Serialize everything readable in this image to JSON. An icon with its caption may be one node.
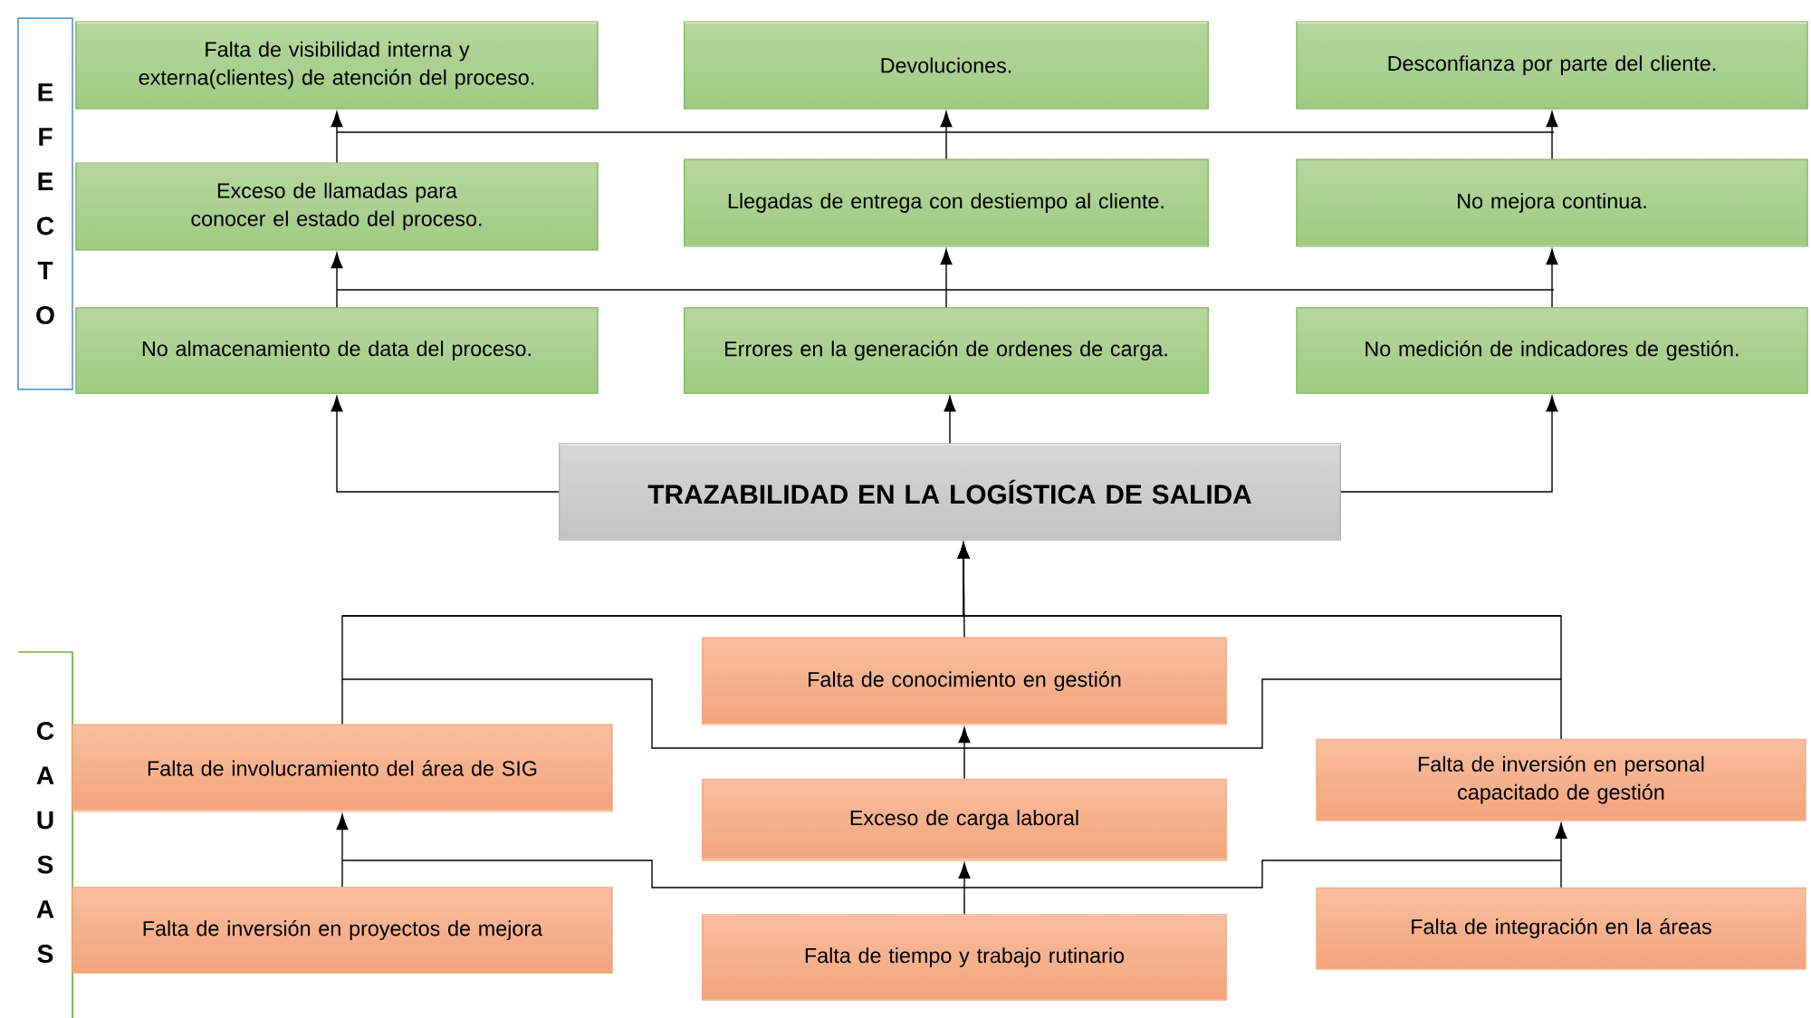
{
  "diagram": {
    "nodes": [
      {
        "text": [
          "E F E C T O"
        ]
      },
      {
        "text": [
          "Falta de visibilidad interna y externa(clientes) de atención del proceso."
        ]
      },
      {
        "text": [
          "Devoluciones."
        ]
      },
      {
        "text": [
          "Desconfianza por parte del cliente."
        ]
      },
      {
        "text": [
          "Exceso de llamadas para conocer el estado del proceso."
        ]
      },
      {
        "text": [
          "Llegadas de entrega con destiempo al cliente."
        ]
      },
      {
        "text": [
          "No mejora continua."
        ]
      },
      {
        "text": [
          "No almacenamiento de data del proceso."
        ]
      },
      {
        "text": [
          "Errores en la generación de ordenes de carga."
        ]
      },
      {
        "text": [
          "No medición de indicadores de gestión."
        ]
      },
      {
        "text": [
          "TRAZABILIDAD EN LA LOGÍSTICA DE SALIDA"
        ]
      },
      {
        "text": [
          "C A U S A S"
        ]
      },
      {
        "text": [
          "Falta de conocimiento en gestión"
        ]
      },
      {
        "text": [
          "Falta de involucramiento del área de SIG"
        ]
      },
      {
        "text": [
          "Falta de inversión en personal capacitado de gestión"
        ]
      },
      {
        "text": [
          "Exceso de carga laboral"
        ]
      },
      {
        "text": [
          "Falta de inversión en proyectos de mejora"
        ]
      },
      {
        "text": [
          "Falta de tiempo y trabajo rutinario"
        ]
      },
      {
        "text": [
          "Falta de integración en la áreas"
        ]
      }
    ],
    "edges": [
      {
        "from": 10,
        "to": 7,
        "arrow": "to"
      },
      {
        "from": 10,
        "to": 8,
        "arrow": "to"
      },
      {
        "from": 10,
        "to": 9,
        "arrow": "to"
      },
      {
        "from": 7,
        "to": 4,
        "arrow": "to"
      },
      {
        "from": 8,
        "to": 5,
        "arrow": "to"
      },
      {
        "from": 9,
        "to": 6,
        "arrow": "to"
      },
      {
        "from": 4,
        "to": 1,
        "arrow": "to"
      },
      {
        "from": 5,
        "to": 2,
        "arrow": "to"
      },
      {
        "from": 6,
        "to": 3,
        "arrow": "to"
      },
      {
        "from": 13,
        "to": 10,
        "arrow": "to"
      },
      {
        "from": 12,
        "to": 10,
        "arrow": "to"
      },
      {
        "from": 14,
        "to": 10,
        "arrow": "to"
      },
      {
        "from": 15,
        "to": 12,
        "arrow": "to"
      },
      {
        "from": 16,
        "to": 13,
        "arrow": "to"
      },
      {
        "from": 17,
        "to": 15,
        "arrow": "to"
      },
      {
        "from": 18,
        "to": 14,
        "arrow": "to"
      }
    ]
  }
}
